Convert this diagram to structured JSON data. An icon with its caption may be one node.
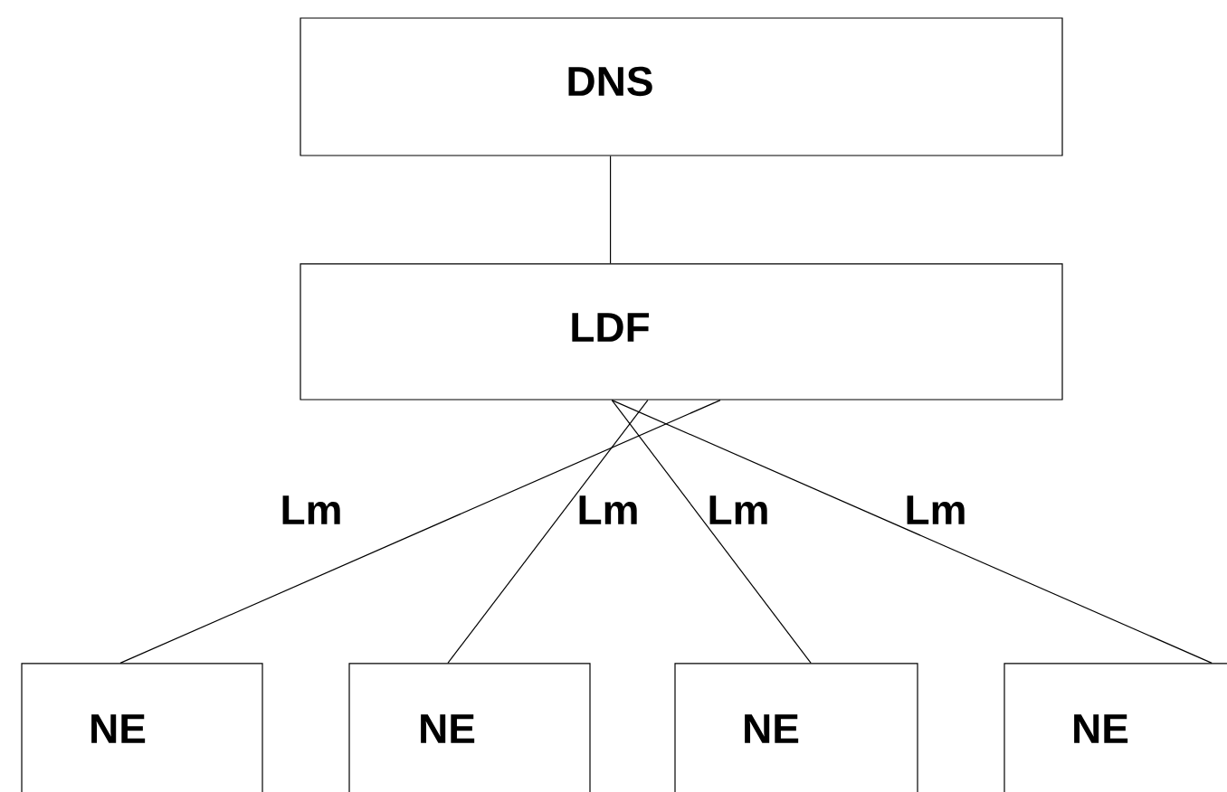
{
  "diagram": {
    "nodes": [
      {
        "text": [
          "DNS"
        ]
      },
      {
        "text": [
          "LDF"
        ]
      },
      {
        "text": [
          "NE"
        ]
      },
      {
        "text": [
          "NE"
        ]
      },
      {
        "text": [
          "NE"
        ]
      },
      {
        "text": [
          "NE"
        ]
      }
    ],
    "edges": [
      {
        "from": 0,
        "to": 1,
        "arrow": "none"
      },
      {
        "from": 1,
        "to": 2,
        "label": "Lm",
        "arrow": "none"
      },
      {
        "from": 1,
        "to": 3,
        "label": "Lm",
        "arrow": "none"
      },
      {
        "from": 1,
        "to": 4,
        "label": "Lm",
        "arrow": "none"
      },
      {
        "from": 1,
        "to": 5,
        "label": "Lm",
        "arrow": "none"
      }
    ]
  }
}
